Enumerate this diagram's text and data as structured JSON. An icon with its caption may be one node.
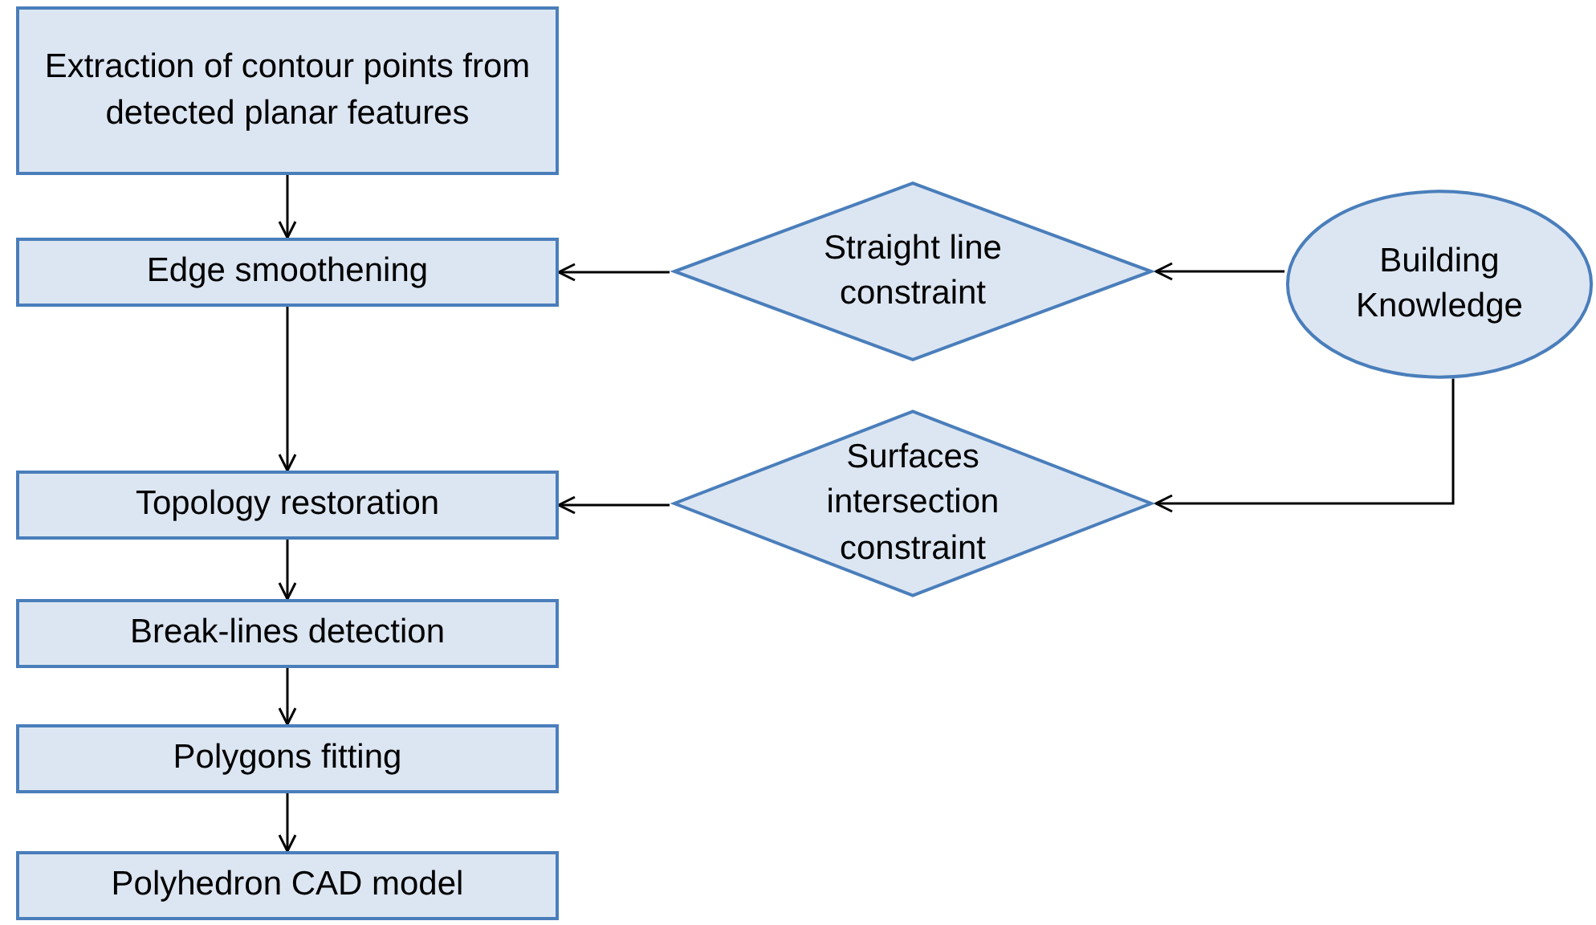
{
  "diagram": {
    "nodes": [
      {
        "text": [
          "Extraction of contour points from detected planar features"
        ]
      },
      {
        "text": [
          "Edge smoothening"
        ]
      },
      {
        "text": [
          "Straight line constraint"
        ]
      },
      {
        "text": [
          "Building Knowledge"
        ]
      },
      {
        "text": [
          "Topology restoration"
        ]
      },
      {
        "text": [
          "Surfaces intersection constraint"
        ]
      },
      {
        "text": [
          "Break-lines detection"
        ]
      },
      {
        "text": [
          "Polygons fitting"
        ]
      },
      {
        "text": [
          "Polyhedron CAD model"
        ]
      }
    ],
    "edges": [
      {
        "from": 0,
        "to": 1,
        "arrow": "to"
      },
      {
        "from": 1,
        "to": 4,
        "arrow": "to"
      },
      {
        "from": 4,
        "to": 6,
        "arrow": "to"
      },
      {
        "from": 6,
        "to": 7,
        "arrow": "to"
      },
      {
        "from": 7,
        "to": 8,
        "arrow": "to"
      },
      {
        "from": 2,
        "to": 1,
        "arrow": "to"
      },
      {
        "from": 3,
        "to": 2,
        "arrow": "to"
      },
      {
        "from": 3,
        "to": 5,
        "arrow": "to"
      },
      {
        "from": 5,
        "to": 4,
        "arrow": "to"
      }
    ]
  }
}
